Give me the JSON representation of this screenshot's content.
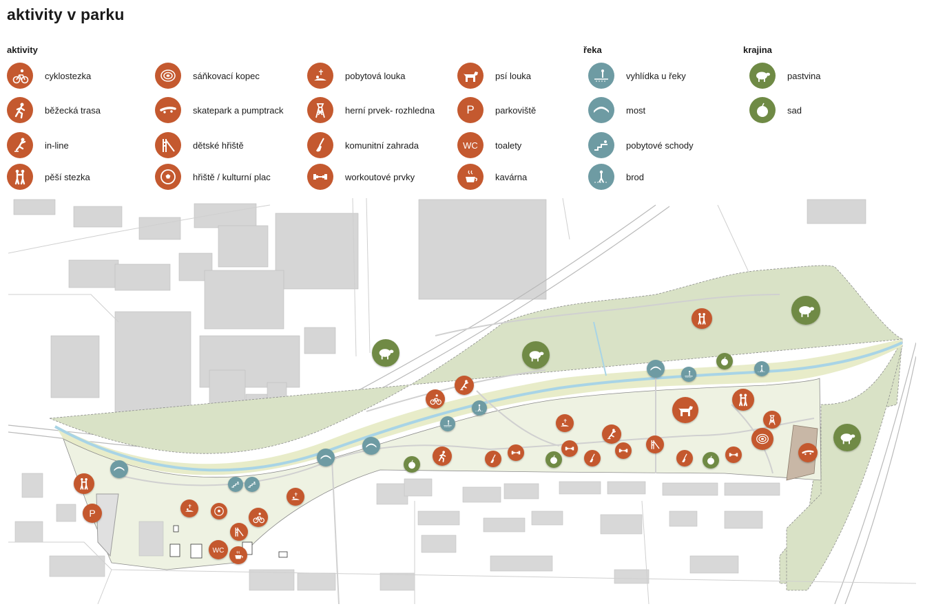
{
  "title": "aktivity v parku",
  "colors": {
    "activity": "#c4592f",
    "river": "#6e9ba3",
    "landscape": "#6f8a45",
    "water": "#a8d4e6",
    "meadow": "#d9e2c6",
    "park": "#eef2e2",
    "building": "#d6d6d6"
  },
  "groups": {
    "aktivity": "aktivity",
    "reka": "řeka",
    "krajina": "krajina"
  },
  "legend": {
    "aktivity": [
      {
        "icon": "cyclist-icon",
        "label": "cyklostezka"
      },
      {
        "icon": "runner-icon",
        "label": "běžecká trasa"
      },
      {
        "icon": "inline-skater-icon",
        "label": "in-line"
      },
      {
        "icon": "walking-couple-icon",
        "label": "pěší stezka"
      },
      {
        "icon": "sledding-hill-icon",
        "label": "sáňkovací kopec"
      },
      {
        "icon": "skateboard-icon",
        "label": "skatepark a pumptrack"
      },
      {
        "icon": "slide-icon",
        "label": "dětské hřiště"
      },
      {
        "icon": "soccer-ball-icon",
        "label": "hřiště / kulturní plac"
      },
      {
        "icon": "meadow-rest-icon",
        "label": "pobytová louka"
      },
      {
        "icon": "lookout-tower-icon",
        "label": "herní prvek- rozhledna"
      },
      {
        "icon": "shovel-icon",
        "label": "komunitní zahrada"
      },
      {
        "icon": "dumbbell-icon",
        "label": "workoutové prvky"
      },
      {
        "icon": "dog-icon",
        "label": "psí louka"
      },
      {
        "icon": "parking-icon",
        "label": "parkoviště",
        "glyph": "P"
      },
      {
        "icon": "toilet-icon",
        "label": "toalety",
        "glyph": "WC"
      },
      {
        "icon": "coffee-cup-icon",
        "label": "kavárna"
      }
    ],
    "reka": [
      {
        "icon": "river-lookout-icon",
        "label": "vyhlídka u řeky"
      },
      {
        "icon": "bridge-icon",
        "label": "most"
      },
      {
        "icon": "river-steps-icon",
        "label": "pobytové schody"
      },
      {
        "icon": "ford-icon",
        "label": "brod"
      }
    ],
    "krajina": [
      {
        "icon": "sheep-icon",
        "label": "pastvina"
      },
      {
        "icon": "apple-icon",
        "label": "sad"
      }
    ]
  },
  "map": {
    "markers": [
      {
        "type": "landscape",
        "icon": "sheep-icon"
      },
      {
        "type": "landscape",
        "icon": "sheep-icon"
      },
      {
        "type": "landscape",
        "icon": "sheep-icon"
      },
      {
        "type": "landscape",
        "icon": "sheep-icon"
      },
      {
        "type": "landscape",
        "icon": "apple-icon"
      },
      {
        "type": "landscape",
        "icon": "apple-icon"
      },
      {
        "type": "landscape",
        "icon": "apple-icon"
      },
      {
        "type": "landscape",
        "icon": "apple-icon"
      },
      {
        "type": "activity",
        "icon": "walking-couple-icon"
      },
      {
        "type": "activity",
        "icon": "walking-couple-icon"
      },
      {
        "type": "activity",
        "icon": "walking-couple-icon"
      },
      {
        "type": "activity",
        "icon": "cyclist-icon"
      },
      {
        "type": "activity",
        "icon": "cyclist-icon"
      },
      {
        "type": "activity",
        "icon": "inline-skater-icon"
      },
      {
        "type": "activity",
        "icon": "inline-skater-icon"
      },
      {
        "type": "activity",
        "icon": "runner-icon"
      },
      {
        "type": "activity",
        "icon": "dog-icon"
      },
      {
        "type": "activity",
        "icon": "meadow-rest-icon"
      },
      {
        "type": "activity",
        "icon": "meadow-rest-icon"
      },
      {
        "type": "activity",
        "icon": "meadow-rest-icon"
      },
      {
        "type": "activity",
        "icon": "lookout-tower-icon"
      },
      {
        "type": "activity",
        "icon": "sledding-hill-icon"
      },
      {
        "type": "activity",
        "icon": "skateboard-icon"
      },
      {
        "type": "activity",
        "icon": "slide-icon"
      },
      {
        "type": "activity",
        "icon": "slide-icon"
      },
      {
        "type": "activity",
        "icon": "shovel-icon"
      },
      {
        "type": "activity",
        "icon": "shovel-icon"
      },
      {
        "type": "activity",
        "icon": "shovel-icon"
      },
      {
        "type": "activity",
        "icon": "dumbbell-icon"
      },
      {
        "type": "activity",
        "icon": "dumbbell-icon"
      },
      {
        "type": "activity",
        "icon": "dumbbell-icon"
      },
      {
        "type": "activity",
        "icon": "dumbbell-icon"
      },
      {
        "type": "activity",
        "icon": "soccer-ball-icon"
      },
      {
        "type": "activity",
        "icon": "parking-icon",
        "glyph": "P"
      },
      {
        "type": "activity",
        "icon": "toilet-icon",
        "glyph": "WC"
      },
      {
        "type": "activity",
        "icon": "coffee-cup-icon"
      },
      {
        "type": "river",
        "icon": "bridge-icon"
      },
      {
        "type": "river",
        "icon": "bridge-icon"
      },
      {
        "type": "river",
        "icon": "bridge-icon"
      },
      {
        "type": "river",
        "icon": "bridge-icon"
      },
      {
        "type": "river",
        "icon": "river-lookout-icon"
      },
      {
        "type": "river",
        "icon": "river-lookout-icon"
      },
      {
        "type": "river",
        "icon": "river-steps-icon"
      },
      {
        "type": "river",
        "icon": "river-steps-icon"
      },
      {
        "type": "river",
        "icon": "ford-icon"
      },
      {
        "type": "river",
        "icon": "ford-icon"
      }
    ]
  }
}
